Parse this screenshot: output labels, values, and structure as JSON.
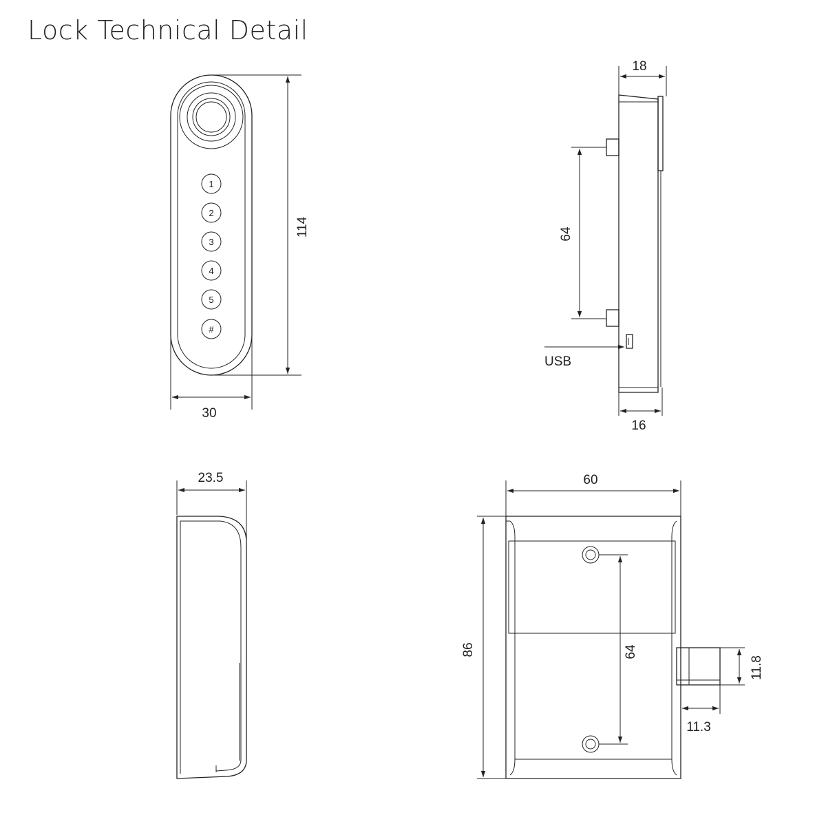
{
  "title": "Lock Technical Detail",
  "front_view": {
    "keys": [
      "1",
      "2",
      "3",
      "4",
      "5",
      "#"
    ],
    "height_label": "114",
    "width_label": "30"
  },
  "side_view": {
    "depth_label": "18",
    "spacing_label": "64",
    "usb_label": "USB",
    "body_depth_label": "16"
  },
  "profile_view": {
    "depth_label": "23.5"
  },
  "rear_view": {
    "width_label": "60",
    "height_label": "86",
    "spacing_label": "64",
    "bolt_height_label": "11.8",
    "bolt_length_label": "11.3"
  },
  "colors": {
    "line": "#222222",
    "background": "#ffffff"
  }
}
